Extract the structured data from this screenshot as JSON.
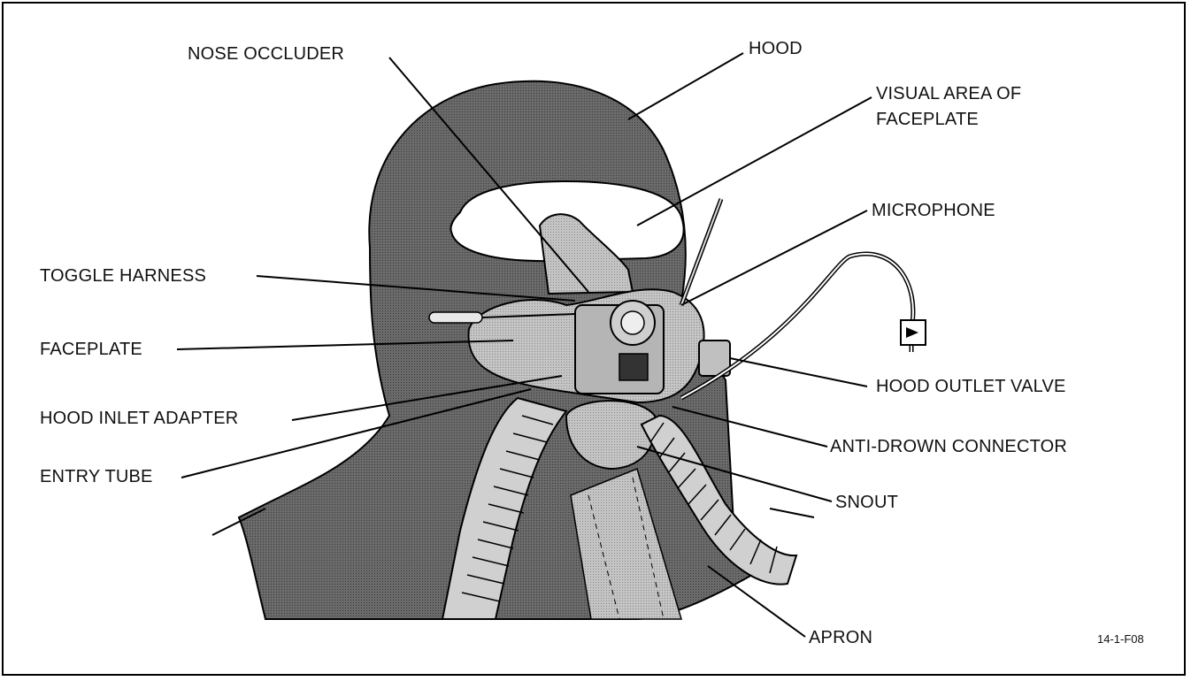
{
  "labels": {
    "nose_occluder": "NOSE OCCLUDER",
    "hood": "HOOD",
    "visual_area_line1": "VISUAL AREA OF",
    "visual_area_line2": "FACEPLATE",
    "microphone": "MICROPHONE",
    "toggle_harness": "TOGGLE HARNESS",
    "faceplate": "FACEPLATE",
    "hood_inlet_adapter": "HOOD INLET ADAPTER",
    "entry_tube": "ENTRY TUBE",
    "hood_outlet_valve": "HOOD OUTLET VALVE",
    "anti_drown_connector": "ANTI-DROWN CONNECTOR",
    "snout": "SNOUT",
    "apron": "APRON"
  },
  "figure_id": "14-1-F08",
  "colors": {
    "hood_fill": "#5a5a5a",
    "mask_fill": "#b9b9b9",
    "tube_fill": "#c8c8c8",
    "strap_fill": "#d0d0d0",
    "line": "#000000"
  }
}
